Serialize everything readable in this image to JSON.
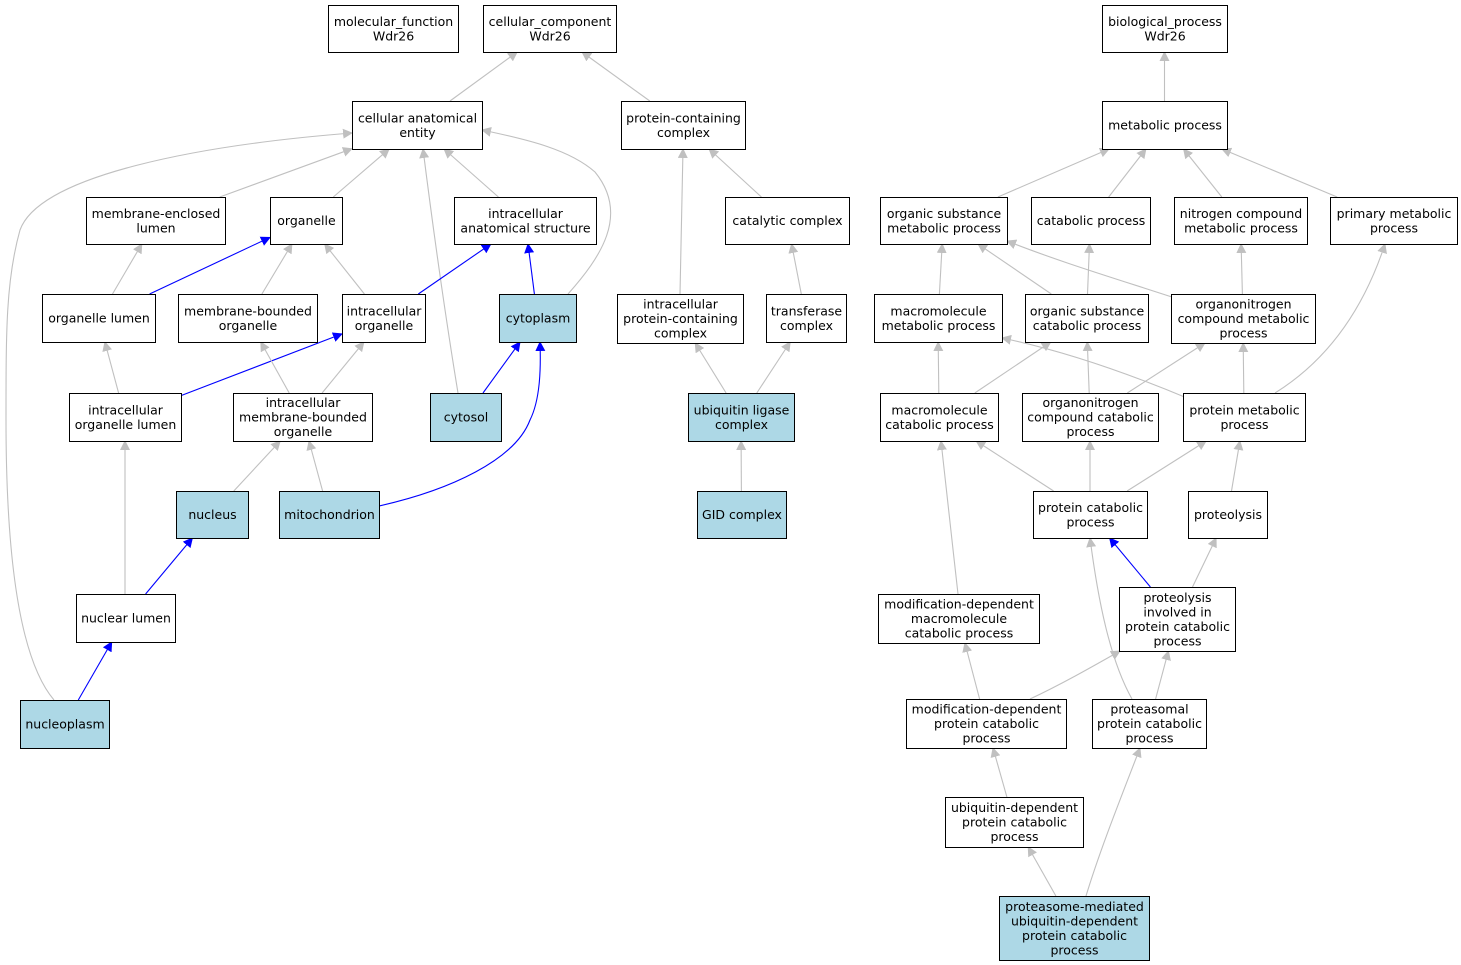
{
  "colors": {
    "highlight_fill": "#add8e6",
    "plain_fill": "#ffffff",
    "gray_edge": "#c0c0c0",
    "blue_edge": "#0000ff"
  },
  "nodes": [
    {
      "id": "mf",
      "lines": [
        "molecular_function",
        "Wdr26"
      ],
      "hl": false
    },
    {
      "id": "cc",
      "lines": [
        "cellular_component",
        "Wdr26"
      ],
      "hl": false
    },
    {
      "id": "bp",
      "lines": [
        "biological_process",
        "Wdr26"
      ],
      "hl": false
    },
    {
      "id": "cae",
      "lines": [
        "cellular anatomical",
        "entity"
      ],
      "hl": false
    },
    {
      "id": "pcc",
      "lines": [
        "protein-containing",
        "complex"
      ],
      "hl": false
    },
    {
      "id": "mp",
      "lines": [
        "metabolic process"
      ],
      "hl": false
    },
    {
      "id": "mel",
      "lines": [
        "membrane-enclosed",
        "lumen"
      ],
      "hl": false
    },
    {
      "id": "org",
      "lines": [
        "organelle"
      ],
      "hl": false
    },
    {
      "id": "ias",
      "lines": [
        "intracellular",
        "anatomical structure"
      ],
      "hl": false
    },
    {
      "id": "cat",
      "lines": [
        "catalytic complex"
      ],
      "hl": false
    },
    {
      "id": "osmp",
      "lines": [
        "organic substance",
        "metabolic process"
      ],
      "hl": false
    },
    {
      "id": "catp",
      "lines": [
        "catabolic process"
      ],
      "hl": false
    },
    {
      "id": "ncmp",
      "lines": [
        "nitrogen compound",
        "metabolic process"
      ],
      "hl": false
    },
    {
      "id": "pmp",
      "lines": [
        "primary metabolic",
        "process"
      ],
      "hl": false
    },
    {
      "id": "orgl",
      "lines": [
        "organelle lumen"
      ],
      "hl": false
    },
    {
      "id": "mbo",
      "lines": [
        "membrane-bounded",
        "organelle"
      ],
      "hl": false
    },
    {
      "id": "io",
      "lines": [
        "intracellular",
        "organelle"
      ],
      "hl": false
    },
    {
      "id": "cyto",
      "lines": [
        "cytoplasm"
      ],
      "hl": true
    },
    {
      "id": "ipcc",
      "lines": [
        "intracellular",
        "protein-containing",
        "complex"
      ],
      "hl": false
    },
    {
      "id": "trc",
      "lines": [
        "transferase",
        "complex"
      ],
      "hl": false
    },
    {
      "id": "mmp",
      "lines": [
        "macromolecule",
        "metabolic process"
      ],
      "hl": false
    },
    {
      "id": "oscp",
      "lines": [
        "organic substance",
        "catabolic process"
      ],
      "hl": false
    },
    {
      "id": "oncmp",
      "lines": [
        "organonitrogen",
        "compound metabolic",
        "process"
      ],
      "hl": false
    },
    {
      "id": "iol",
      "lines": [
        "intracellular",
        "organelle lumen"
      ],
      "hl": false
    },
    {
      "id": "imbo",
      "lines": [
        "intracellular",
        "membrane-bounded",
        "organelle"
      ],
      "hl": false
    },
    {
      "id": "cytosol",
      "lines": [
        "cytosol"
      ],
      "hl": true
    },
    {
      "id": "ulc",
      "lines": [
        "ubiquitin ligase",
        "complex"
      ],
      "hl": true
    },
    {
      "id": "mcp",
      "lines": [
        "macromolecule",
        "catabolic process"
      ],
      "hl": false
    },
    {
      "id": "onccp",
      "lines": [
        "organonitrogen",
        "compound catabolic",
        "process"
      ],
      "hl": false
    },
    {
      "id": "prmp",
      "lines": [
        "protein metabolic",
        "process"
      ],
      "hl": false
    },
    {
      "id": "nuc",
      "lines": [
        "nucleus"
      ],
      "hl": true
    },
    {
      "id": "mito",
      "lines": [
        "mitochondrion"
      ],
      "hl": true
    },
    {
      "id": "gid",
      "lines": [
        "GID complex"
      ],
      "hl": true
    },
    {
      "id": "pcp",
      "lines": [
        "protein catabolic",
        "process"
      ],
      "hl": false
    },
    {
      "id": "prot",
      "lines": [
        "proteolysis"
      ],
      "hl": false
    },
    {
      "id": "nl",
      "lines": [
        "nuclear lumen"
      ],
      "hl": false
    },
    {
      "id": "mdmcp",
      "lines": [
        "modification-dependent",
        "macromolecule",
        "catabolic process"
      ],
      "hl": false
    },
    {
      "id": "pipcp",
      "lines": [
        "proteolysis",
        "involved in",
        "protein catabolic",
        "process"
      ],
      "hl": false
    },
    {
      "id": "np",
      "lines": [
        "nucleoplasm"
      ],
      "hl": true
    },
    {
      "id": "mdpcp",
      "lines": [
        "modification-dependent",
        "protein catabolic",
        "process"
      ],
      "hl": false
    },
    {
      "id": "ppcp",
      "lines": [
        "proteasomal",
        "protein catabolic",
        "process"
      ],
      "hl": false
    },
    {
      "id": "udpcp",
      "lines": [
        "ubiquitin-dependent",
        "protein catabolic",
        "process"
      ],
      "hl": false
    },
    {
      "id": "pmudpcp",
      "lines": [
        "proteasome-mediated",
        "ubiquitin-dependent",
        "protein catabolic",
        "process"
      ],
      "hl": true
    }
  ],
  "edges": [
    {
      "from": "cae",
      "to": "cc",
      "blue": false
    },
    {
      "from": "pcc",
      "to": "cc",
      "blue": false
    },
    {
      "from": "mp",
      "to": "bp",
      "blue": false
    },
    {
      "from": "mel",
      "to": "cae",
      "blue": false
    },
    {
      "from": "org",
      "to": "cae",
      "blue": false
    },
    {
      "from": "ias",
      "to": "cae",
      "blue": false
    },
    {
      "from": "cyto",
      "to": "cae",
      "blue": false
    },
    {
      "from": "cytosol",
      "to": "cae",
      "blue": false
    },
    {
      "from": "np",
      "to": "cae",
      "blue": false
    },
    {
      "from": "cat",
      "to": "pcc",
      "blue": false
    },
    {
      "from": "ipcc",
      "to": "pcc",
      "blue": false
    },
    {
      "from": "trc",
      "to": "cat",
      "blue": false
    },
    {
      "from": "ulc",
      "to": "ipcc",
      "blue": false
    },
    {
      "from": "ulc",
      "to": "trc",
      "blue": false
    },
    {
      "from": "gid",
      "to": "ulc",
      "blue": false
    },
    {
      "from": "orgl",
      "to": "mel",
      "blue": false
    },
    {
      "from": "orgl",
      "to": "org",
      "blue": true
    },
    {
      "from": "mbo",
      "to": "org",
      "blue": false
    },
    {
      "from": "io",
      "to": "org",
      "blue": false
    },
    {
      "from": "io",
      "to": "ias",
      "blue": true
    },
    {
      "from": "cyto",
      "to": "ias",
      "blue": true
    },
    {
      "from": "iol",
      "to": "orgl",
      "blue": false
    },
    {
      "from": "iol",
      "to": "io",
      "blue": true
    },
    {
      "from": "imbo",
      "to": "mbo",
      "blue": false
    },
    {
      "from": "imbo",
      "to": "io",
      "blue": false
    },
    {
      "from": "cytosol",
      "to": "cyto",
      "blue": true
    },
    {
      "from": "mito",
      "to": "cyto",
      "blue": true
    },
    {
      "from": "nuc",
      "to": "imbo",
      "blue": false
    },
    {
      "from": "mito",
      "to": "imbo",
      "blue": false
    },
    {
      "from": "nl",
      "to": "iol",
      "blue": false
    },
    {
      "from": "nl",
      "to": "nuc",
      "blue": true
    },
    {
      "from": "np",
      "to": "nl",
      "blue": true
    },
    {
      "from": "osmp",
      "to": "mp",
      "blue": false
    },
    {
      "from": "catp",
      "to": "mp",
      "blue": false
    },
    {
      "from": "ncmp",
      "to": "mp",
      "blue": false
    },
    {
      "from": "pmp",
      "to": "mp",
      "blue": false
    },
    {
      "from": "mmp",
      "to": "osmp",
      "blue": false
    },
    {
      "from": "oscp",
      "to": "osmp",
      "blue": false
    },
    {
      "from": "oscp",
      "to": "catp",
      "blue": false
    },
    {
      "from": "oncmp",
      "to": "osmp",
      "blue": false
    },
    {
      "from": "oncmp",
      "to": "ncmp",
      "blue": false
    },
    {
      "from": "mcp",
      "to": "mmp",
      "blue": false
    },
    {
      "from": "mcp",
      "to": "oscp",
      "blue": false
    },
    {
      "from": "onccp",
      "to": "oscp",
      "blue": false
    },
    {
      "from": "onccp",
      "to": "oncmp",
      "blue": false
    },
    {
      "from": "prmp",
      "to": "mmp",
      "blue": false
    },
    {
      "from": "prmp",
      "to": "oncmp",
      "blue": false
    },
    {
      "from": "prmp",
      "to": "pmp",
      "blue": false
    },
    {
      "from": "pcp",
      "to": "mcp",
      "blue": false
    },
    {
      "from": "pcp",
      "to": "onccp",
      "blue": false
    },
    {
      "from": "pcp",
      "to": "prmp",
      "blue": false
    },
    {
      "from": "prot",
      "to": "prmp",
      "blue": false
    },
    {
      "from": "mdmcp",
      "to": "mcp",
      "blue": false
    },
    {
      "from": "pipcp",
      "to": "pcp",
      "blue": true
    },
    {
      "from": "pipcp",
      "to": "prot",
      "blue": false
    },
    {
      "from": "mdpcp",
      "to": "mdmcp",
      "blue": false
    },
    {
      "from": "mdpcp",
      "to": "pipcp",
      "blue": false
    },
    {
      "from": "ppcp",
      "to": "pcp",
      "blue": false
    },
    {
      "from": "ppcp",
      "to": "pipcp",
      "blue": false
    },
    {
      "from": "udpcp",
      "to": "mdpcp",
      "blue": false
    },
    {
      "from": "pmudpcp",
      "to": "udpcp",
      "blue": false
    },
    {
      "from": "pmudpcp",
      "to": "ppcp",
      "blue": false
    }
  ]
}
